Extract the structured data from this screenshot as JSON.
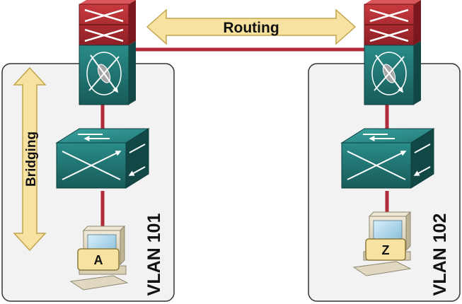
{
  "diagram": {
    "routing_label": "Routing",
    "bridging_label": "Bridging",
    "left_group": {
      "vlan_label": "VLAN 101",
      "host_label": "A"
    },
    "right_group": {
      "vlan_label": "VLAN 102",
      "host_label": "Z"
    }
  },
  "colors": {
    "link": "#b22b3a",
    "router_top": "#a3262c",
    "l3_switch": "#1f6f6d",
    "l2_switch": "#237a78",
    "arrow_fill": "#f7e2a2",
    "arrow_stroke": "#c2a44a",
    "panel_fill": "#f2f2f2",
    "panel_stroke": "#333333",
    "pc_body": "#e3dcc7"
  }
}
